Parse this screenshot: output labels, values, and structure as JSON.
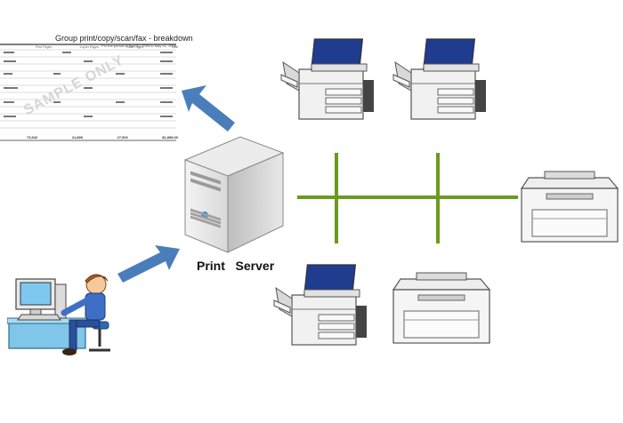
{
  "report": {
    "title": "Group print/copy/scan/fax - breakdown",
    "subtitle": "For the period of Mar 01, 2009 to May 01, 2009",
    "watermark": "SAMPLE ONLY",
    "columns": [
      "Print Pages",
      "Copier Pages",
      "Scan Pages",
      "Total"
    ],
    "totals": [
      "73,542",
      "21,880",
      "27,000",
      "$1,898.00"
    ]
  },
  "server": {
    "label": "Print   Server"
  },
  "colors": {
    "arrow": "#4a7ebb",
    "network": "#6a9a1f",
    "copier_lid": "#1f3c8f"
  },
  "icons": [
    "report-document-icon",
    "user-workstation-icon",
    "print-server-icon",
    "copier-icon",
    "laser-printer-icon",
    "arrow-icon"
  ]
}
